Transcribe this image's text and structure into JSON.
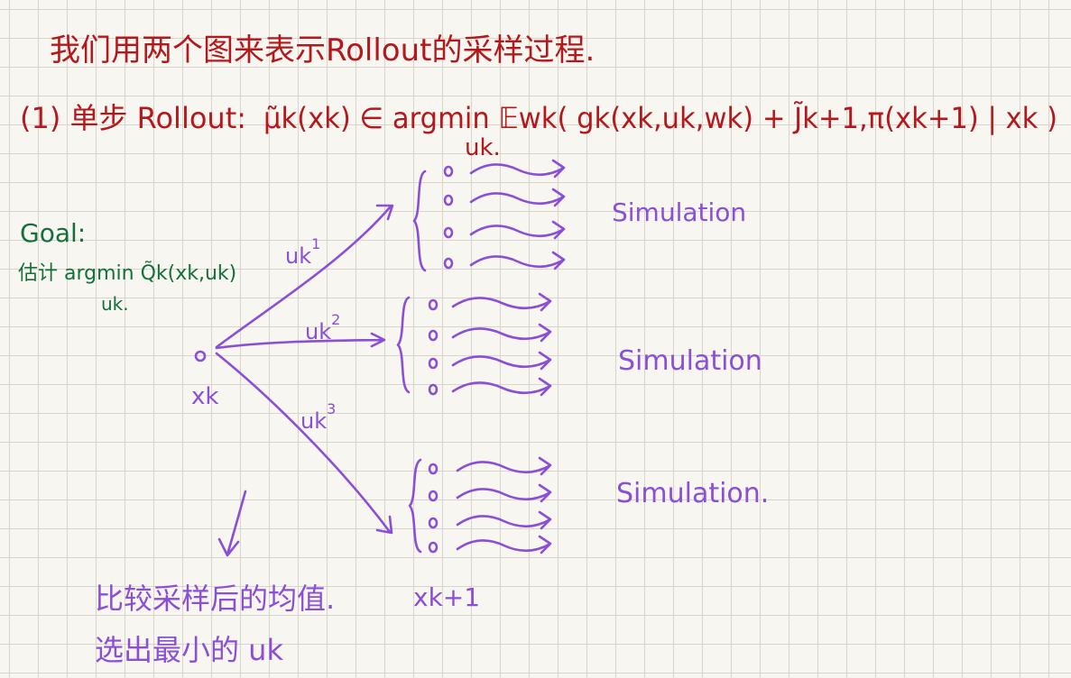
{
  "colors": {
    "title": "#b3191c",
    "goal": "#13703a",
    "diagram": "#8a4fd6",
    "paper": "#f8f6f1",
    "grid": "#d9d5cd"
  },
  "title": "我们用两个图来表示Rollout的采样过程.",
  "formula": {
    "prefix": "(1) 单步 Rollout:",
    "expression": "μ̃k(xk) ∈ argmin 𝔼wk( gk(xk,uk,wk) + J̃k+1,π(xk+1) | xk )",
    "argmin_sub": "uk."
  },
  "goal": {
    "heading": "Goal:",
    "line": "估计 argmin Q̃k(xk,uk)",
    "sub": "uk."
  },
  "diagram": {
    "state_label": "xk",
    "next_state_label": "xk+1",
    "branches": [
      {
        "label": "uk",
        "sup": "1"
      },
      {
        "label": "uk",
        "sup": "2"
      },
      {
        "label": "uk",
        "sup": "3"
      }
    ],
    "simulation_labels": [
      "Simulation",
      "Simulation",
      "Simulation."
    ],
    "samples_per_branch": 4
  },
  "conclusion": {
    "line1": "比较采样后的均值.",
    "line2": "选出最小的 uk"
  }
}
